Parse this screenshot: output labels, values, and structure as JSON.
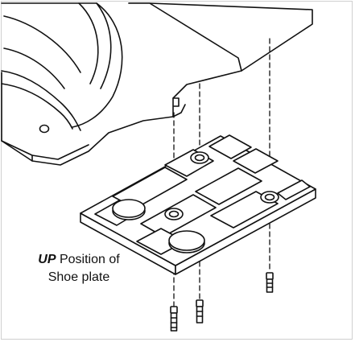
{
  "caption": {
    "emphasis": "UP",
    "line1_rest": " Position of",
    "line2": "Shoe plate"
  },
  "colors": {
    "ink": "#111111",
    "fill": "#ffffff"
  }
}
